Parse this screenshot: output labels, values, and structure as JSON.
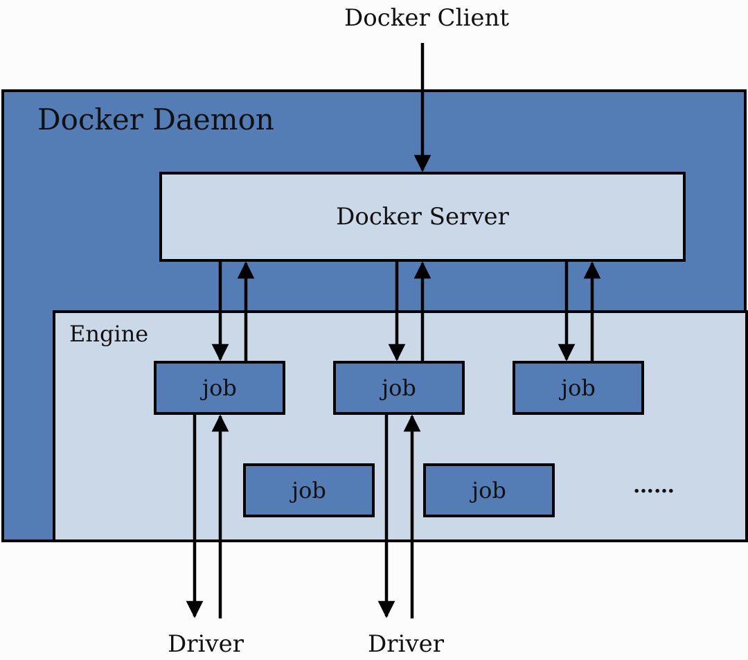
{
  "client": {
    "label": "Docker Client"
  },
  "daemon": {
    "label": "Docker Daemon"
  },
  "server": {
    "label": "Docker Server"
  },
  "engine": {
    "label": "Engine",
    "jobs": [
      "job",
      "job",
      "job",
      "job",
      "job"
    ],
    "more": "……"
  },
  "drivers": [
    "Driver",
    "Driver"
  ],
  "colors": {
    "daemon_fill": "#547db5",
    "engine_fill": "#cbd8e7",
    "server_fill": "#cbd8e7",
    "job_fill": "#547db5",
    "stroke": "#000000"
  }
}
